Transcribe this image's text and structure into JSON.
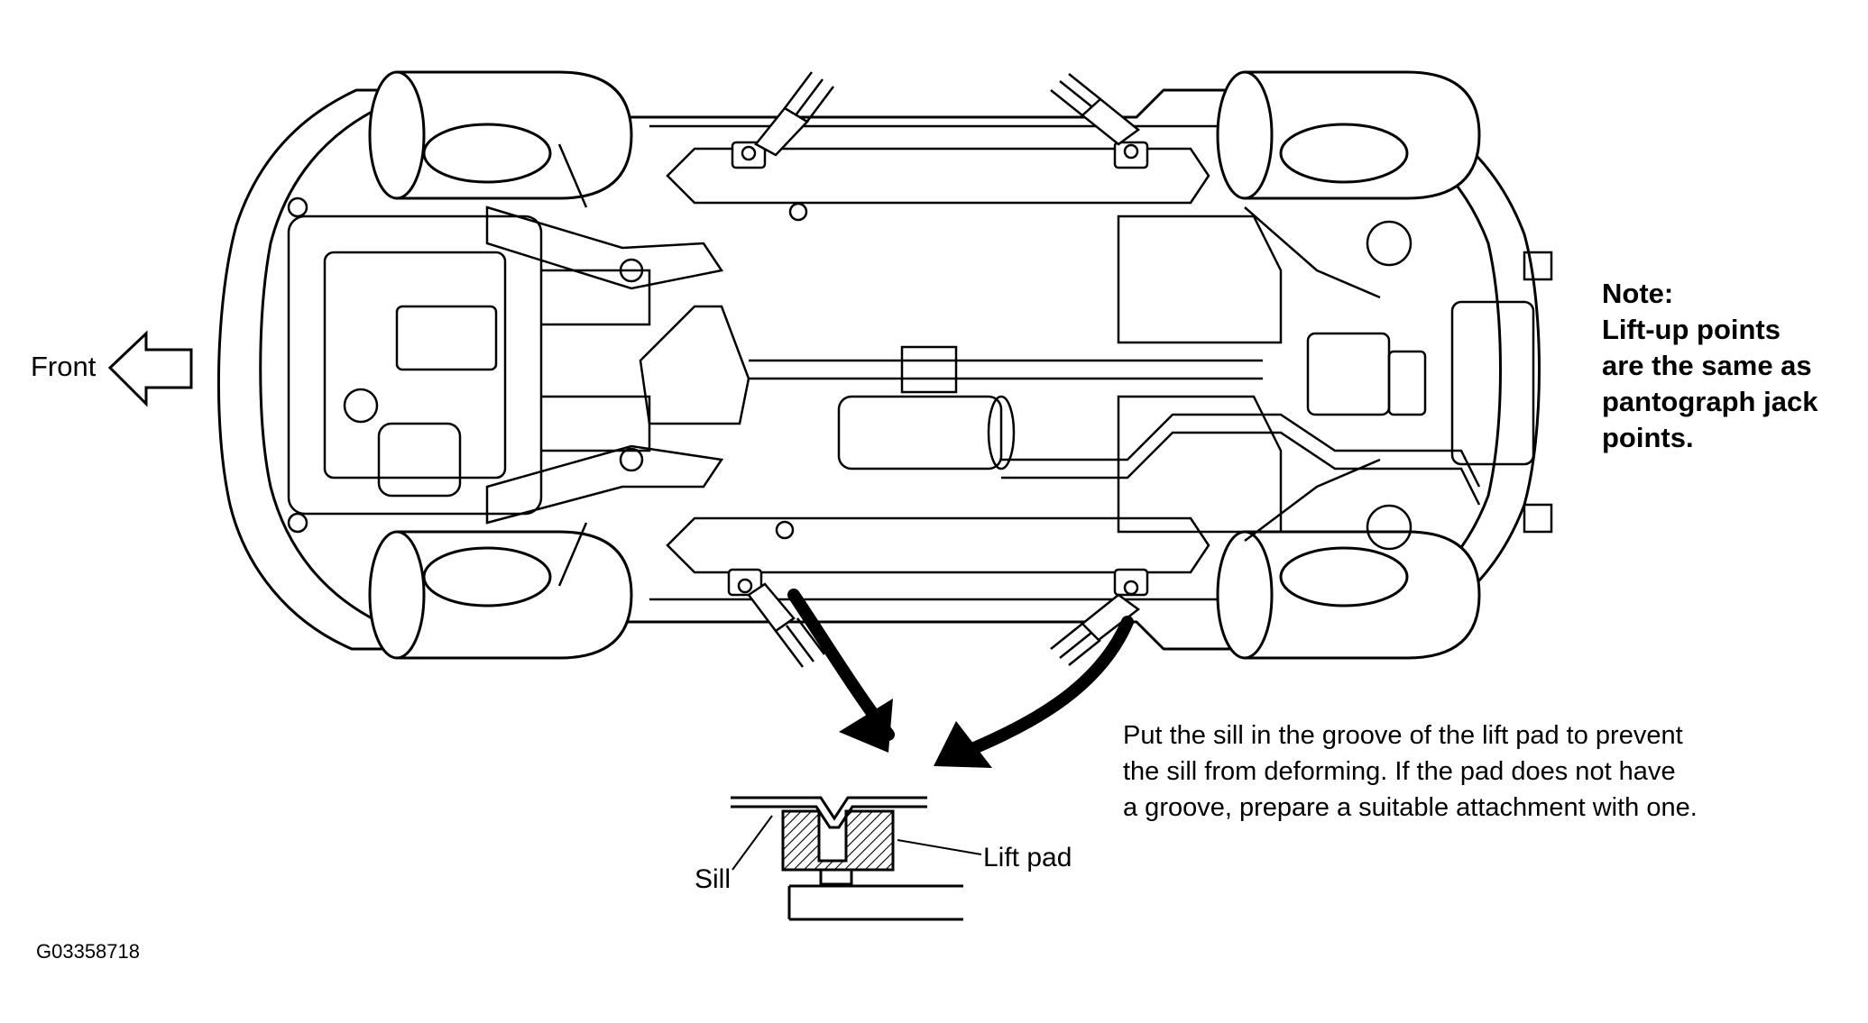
{
  "labels": {
    "front": "Front",
    "sill": "Sill",
    "lift_pad": "Lift pad",
    "figure_id": "G03358718"
  },
  "note": {
    "title": "Note:",
    "lines": [
      "Lift-up points",
      "are the same as",
      "pantograph jack",
      "points."
    ]
  },
  "instructions": {
    "lines": [
      "Put the sill in the groove of the lift pad to prevent",
      "the sill from deforming. If the pad does not have",
      "a groove, prepare a suitable attachment with one."
    ]
  }
}
